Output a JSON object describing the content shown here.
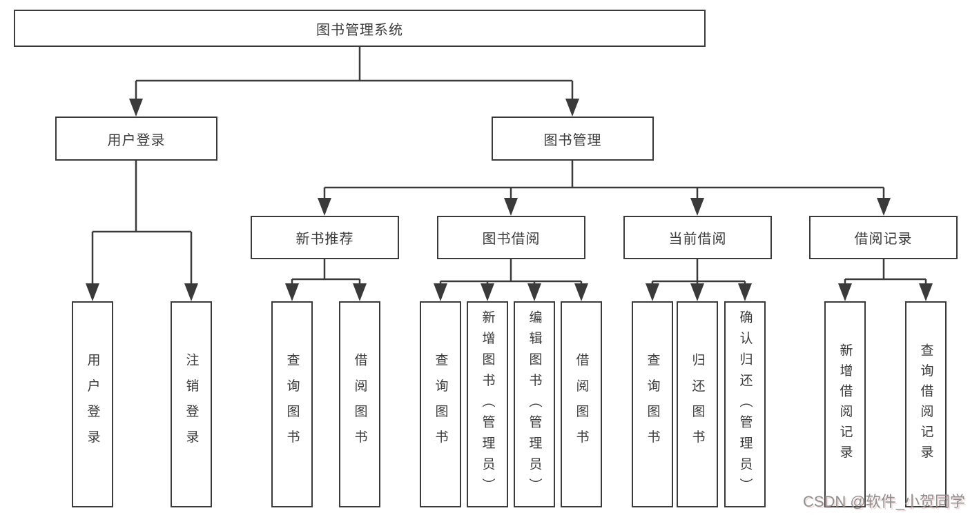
{
  "tree": {
    "root": {
      "label": "图书管理系统"
    },
    "branches": [
      {
        "label": "用户登录",
        "children": [
          {
            "label": "用户登录"
          },
          {
            "label": "注销登录"
          }
        ]
      },
      {
        "label": "图书管理",
        "groups": [
          {
            "label": "新书推荐",
            "children": [
              {
                "label": "查询图书"
              },
              {
                "label": "借阅图书"
              }
            ]
          },
          {
            "label": "图书借阅",
            "children": [
              {
                "label": "查询图书"
              },
              {
                "label": "新增图书（管理员）"
              },
              {
                "label": "编辑图书（管理员）"
              },
              {
                "label": "借阅图书"
              }
            ]
          },
          {
            "label": "当前借阅",
            "children": [
              {
                "label": "查询图书"
              },
              {
                "label": "归还图书"
              },
              {
                "label": "确认归还（管理员）"
              }
            ]
          },
          {
            "label": "借阅记录",
            "children": [
              {
                "label": "新增借阅记录"
              },
              {
                "label": "查询借阅记录"
              }
            ]
          }
        ]
      }
    ]
  },
  "watermark": "CSDN @软件_小贺同学",
  "colors": {
    "line": "#3a3a3a",
    "text": "#3a3a3a",
    "box_fill": "#ffffff",
    "background": "#ffffff",
    "watermark_text": "#8f8f8f"
  }
}
